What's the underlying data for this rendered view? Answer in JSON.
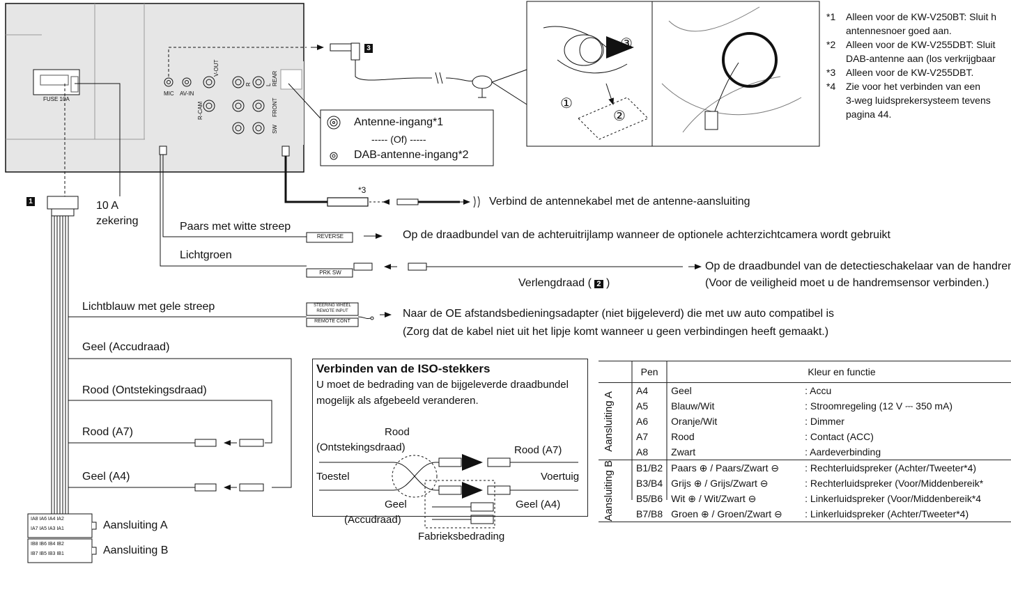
{
  "unit_labels": {
    "fuse": "FUSE 10A",
    "mic": "MIC",
    "av_in": "AV-IN",
    "v_out": "V-OUT",
    "r": "R",
    "l": "L",
    "rear": "REAR",
    "r_cam": "R-CAM",
    "front": "FRONT",
    "sw": "SW"
  },
  "callout_numbers": {
    "n1": "1",
    "n2": "2",
    "n3": "3"
  },
  "fuse_label": {
    "line1": "10 A",
    "line2": "zekering"
  },
  "antenna_box": {
    "line1": "Antenne-ingang*1",
    "line2": "----- (Of) -----",
    "line3": "DAB-antenne-ingang*2"
  },
  "inset_steps": {
    "s1": "①",
    "s2": "②",
    "s3": "③"
  },
  "footnotes": [
    {
      "key": "*1",
      "lines": [
        "Alleen voor de KW-V250BT: Sluit h",
        "antennesnoer goed aan."
      ]
    },
    {
      "key": "*2",
      "lines": [
        "Alleen voor de KW-V255DBT: Sluit",
        "DAB-antenne aan (los verkrijgbaar"
      ]
    },
    {
      "key": "*3",
      "lines": [
        "Alleen voor de KW-V255DBT."
      ]
    },
    {
      "key": "*4",
      "lines": [
        "Zie voor het verbinden van een",
        "3-weg luidsprekersysteem tevens",
        "pagina 44."
      ]
    }
  ],
  "star3": "*3",
  "antenna_cable_text": "Verbind de antennekabel met de antenne-aansluiting",
  "wires": {
    "purple_white": "Paars met witte streep",
    "light_green": "Lichtgroen",
    "light_blue_yellow": "Lichtblauw met gele streep",
    "yellow_battery": "Geel (Accudraad)",
    "red_ignition": "Rood (Ontstekingsdraad)",
    "red_a7": "Rood (A7)",
    "yellow_a4": "Geel (A4)"
  },
  "tags": {
    "reverse": "REVERSE",
    "prk_sw": "PRK SW",
    "steering1": "STEERING WHEEL",
    "steering2": "REMOTE INPUT",
    "remote_cont": "REMOTE CONT"
  },
  "descriptions": {
    "reverse": "Op de draadbundel van de achteruitrijlamp wanneer de optionele achterzichtcamera wordt gebruikt",
    "extension": "Verlengdraad (",
    "extension_end": ")",
    "prk_line1": "Op de draadbundel van de detectieschakelaar van de handrem",
    "prk_line2": "(Voor de veiligheid moet u de handremsensor verbinden.)",
    "remote_line1": "Naar de OE afstandsbedieningsadapter (niet bijgeleverd) die met uw auto compatibel is",
    "remote_line2": "(Zorg dat de kabel niet uit het lipje komt wanneer u geen verbindingen heeft gemaakt.)"
  },
  "connectors": {
    "a_label": "Aansluiting A",
    "b_label": "Aansluiting B",
    "a_pins_top": "IA8 IA6 IA4 IA2",
    "a_pins_bot": "IA7 IA5 IA3 IA1",
    "b_pins_top": "IB8 IB6 IB4 IB2",
    "b_pins_bot": "IB7 IB5 IB3 IB1"
  },
  "iso": {
    "title": "Verbinden van de ISO-stekkers",
    "line1": "U moet de bedrading van de bijgeleverde draadbundel",
    "line2": "mogelijk als afgebeeld veranderen.",
    "rood": "Rood",
    "ontsteking": "(Ontstekingsdraad)",
    "toestel": "Toestel",
    "geel": "Geel",
    "accudraad": "(Accudraad)",
    "rood_a7": "Rood (A7)",
    "voertuig": "Voertuig",
    "geel_a4": "Geel (A4)",
    "fabriek": "Fabrieksbedrading"
  },
  "pin_table": {
    "headers": {
      "pin": "Pen",
      "color_function": "Kleur en functie"
    },
    "group_a": "Aansluiting A",
    "group_b": "Aansluiting B",
    "rows_a": [
      {
        "pin": "A4",
        "color": "Geel",
        "func": ": Accu"
      },
      {
        "pin": "A5",
        "color": "Blauw/Wit",
        "func": ": Stroomregeling (12 V ⎓ 350 mA)"
      },
      {
        "pin": "A6",
        "color": "Oranje/Wit",
        "func": ": Dimmer"
      },
      {
        "pin": "A7",
        "color": "Rood",
        "func": ": Contact (ACC)"
      },
      {
        "pin": "A8",
        "color": "Zwart",
        "func": ": Aardeverbinding"
      }
    ],
    "rows_b": [
      {
        "pin": "B1/B2",
        "color": "Paars ⊕ / Paars/Zwart ⊖",
        "func": ": Rechterluidspreker (Achter/Tweeter*4)"
      },
      {
        "pin": "B3/B4",
        "color": "Grijs ⊕ / Grijs/Zwart ⊖",
        "func": ": Rechterluidspreker (Voor/Middenbereik*"
      },
      {
        "pin": "B5/B6",
        "color": "Wit ⊕ / Wit/Zwart ⊖",
        "func": ": Linkerluidspreker (Voor/Middenbereik*4"
      },
      {
        "pin": "B7/B8",
        "color": "Groen ⊕ / Groen/Zwart ⊖",
        "func": ": Linkerluidspreker (Achter/Tweeter*4)"
      }
    ]
  }
}
